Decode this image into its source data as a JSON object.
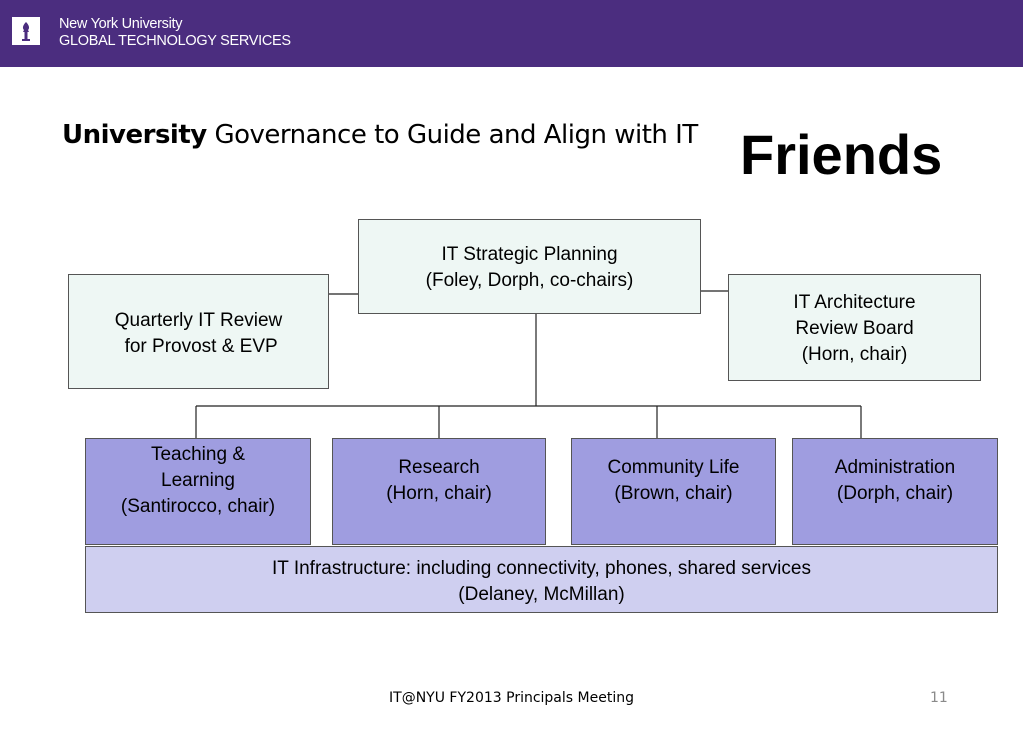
{
  "header": {
    "org_line1": "New York University",
    "org_line2": "GLOBAL TECHNOLOGY SERVICES",
    "logo_icon": "nyu-torch-icon",
    "background": "#4b2d7f"
  },
  "title": {
    "bold": "University",
    "rest": " Governance to Guide and Align with IT",
    "big_word": "Friends"
  },
  "boxes": {
    "strategic": {
      "line1": "IT Strategic Planning",
      "line2": "(Foley, Dorph, co-chairs)"
    },
    "quarterly": {
      "line1": "Quarterly IT Review",
      "line2": " for Provost & EVP"
    },
    "architecture": {
      "line1": "IT Architecture",
      "line2": "Review Board",
      "line3": "(Horn, chair)"
    },
    "teaching": {
      "line1": "Teaching &",
      "line2": "Learning",
      "line3": "(Santirocco, chair)"
    },
    "research": {
      "line1": "Research",
      "line2": "(Horn, chair)"
    },
    "community": {
      "line1": "Community Life",
      "line2": "(Brown, chair)"
    },
    "administration": {
      "line1": "Administration",
      "line2": "(Dorph, chair)"
    },
    "infrastructure": {
      "line1": "IT Infrastructure: including connectivity, phones, shared services",
      "line2": "(Delaney, McMillan)"
    }
  },
  "colors": {
    "committee_fill": "#9f9de0",
    "infra_fill": "#cfcff0",
    "top_fill": "#eef7f4"
  },
  "footer": {
    "text": "IT@NYU FY2013 Principals Meeting",
    "page": "11"
  }
}
